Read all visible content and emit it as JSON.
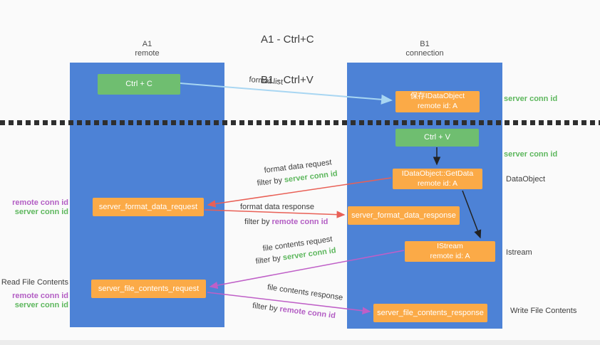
{
  "title": {
    "line1": "A1 - Ctrl+C",
    "line2": "B1 - Ctrl+V"
  },
  "columns": {
    "a1": {
      "name": "A1",
      "subtitle": "remote"
    },
    "b1": {
      "name": "B1",
      "subtitle": "connection"
    }
  },
  "nodes": {
    "ctrl_c": {
      "label": "Ctrl + C"
    },
    "save_idataobject": {
      "line1": "保存IDataObject",
      "line2": "remote id: A"
    },
    "ctrl_v": {
      "label": "Ctrl + V"
    },
    "getdata": {
      "line1": "IDataObject::GetData",
      "line2": "remote id: A"
    },
    "server_format_data_request": {
      "label": "server_format_data_request"
    },
    "server_format_data_response": {
      "label": "server_format_data_response"
    },
    "istream": {
      "line1": "IStream",
      "line2": "remote id: A"
    },
    "server_file_contents_request": {
      "label": "server_file_contents_request"
    },
    "server_file_contents_response": {
      "label": "server_file_contents_response"
    }
  },
  "right_labels": {
    "server_conn_id_top": "server conn id",
    "server_conn_id_mid": "server conn id",
    "dataobject": "DataObject",
    "istream": "Istream",
    "write_file_contents": "Write File Contents"
  },
  "left_labels": {
    "remote_conn_id_1": "remote conn id",
    "server_conn_id_1": "server conn id",
    "read_file_contents": "Read File Contents",
    "remote_conn_id_2": "remote conn id",
    "server_conn_id_2": "server conn id"
  },
  "arrows": {
    "format_list": {
      "label": "format list"
    },
    "format_data_request": {
      "label": "format data request",
      "filter_prefix": "filter by ",
      "filter_key": "server conn id"
    },
    "format_data_response": {
      "label": "format data response",
      "filter_prefix": "filter by ",
      "filter_key": "remote conn id"
    },
    "file_contents_request": {
      "label": "file contents request",
      "filter_prefix": "filter by ",
      "filter_key": "server conn id"
    },
    "file_contents_response": {
      "label": "file contents response",
      "filter_prefix": "filter by ",
      "filter_key": "remote conn id"
    }
  },
  "colors": {
    "column_blue": "#4d82d6",
    "node_green": "#6fbe70",
    "node_orange": "#fbaa47",
    "label_green": "#5db75d",
    "label_purple": "#b35ec4",
    "arrow_lightblue": "#a8d6f2",
    "arrow_red": "#e96056",
    "arrow_purple": "#bf5fc7",
    "arrow_black": "#222222"
  }
}
